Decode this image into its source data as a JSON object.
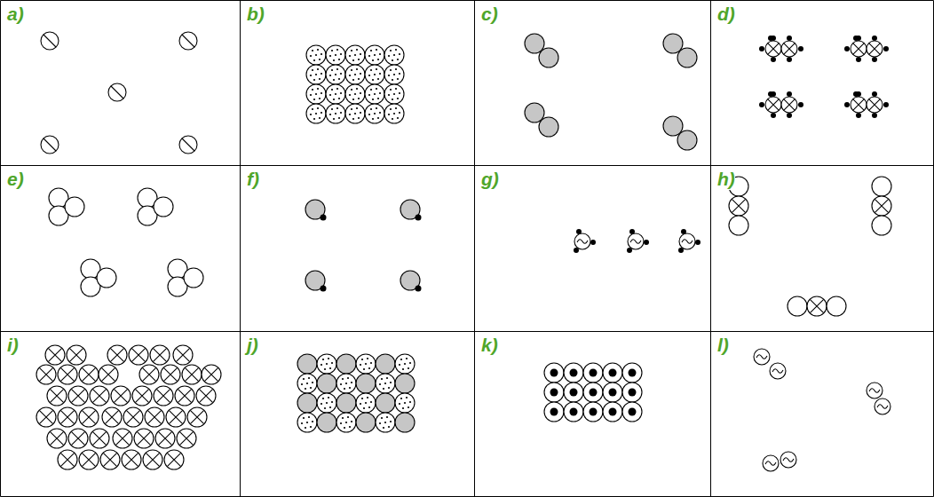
{
  "diagram": {
    "labels": [
      "a)",
      "b)",
      "c)",
      "d)",
      "e)",
      "f)",
      "g)",
      "h)",
      "i)",
      "j)",
      "k)",
      "l)"
    ]
  }
}
